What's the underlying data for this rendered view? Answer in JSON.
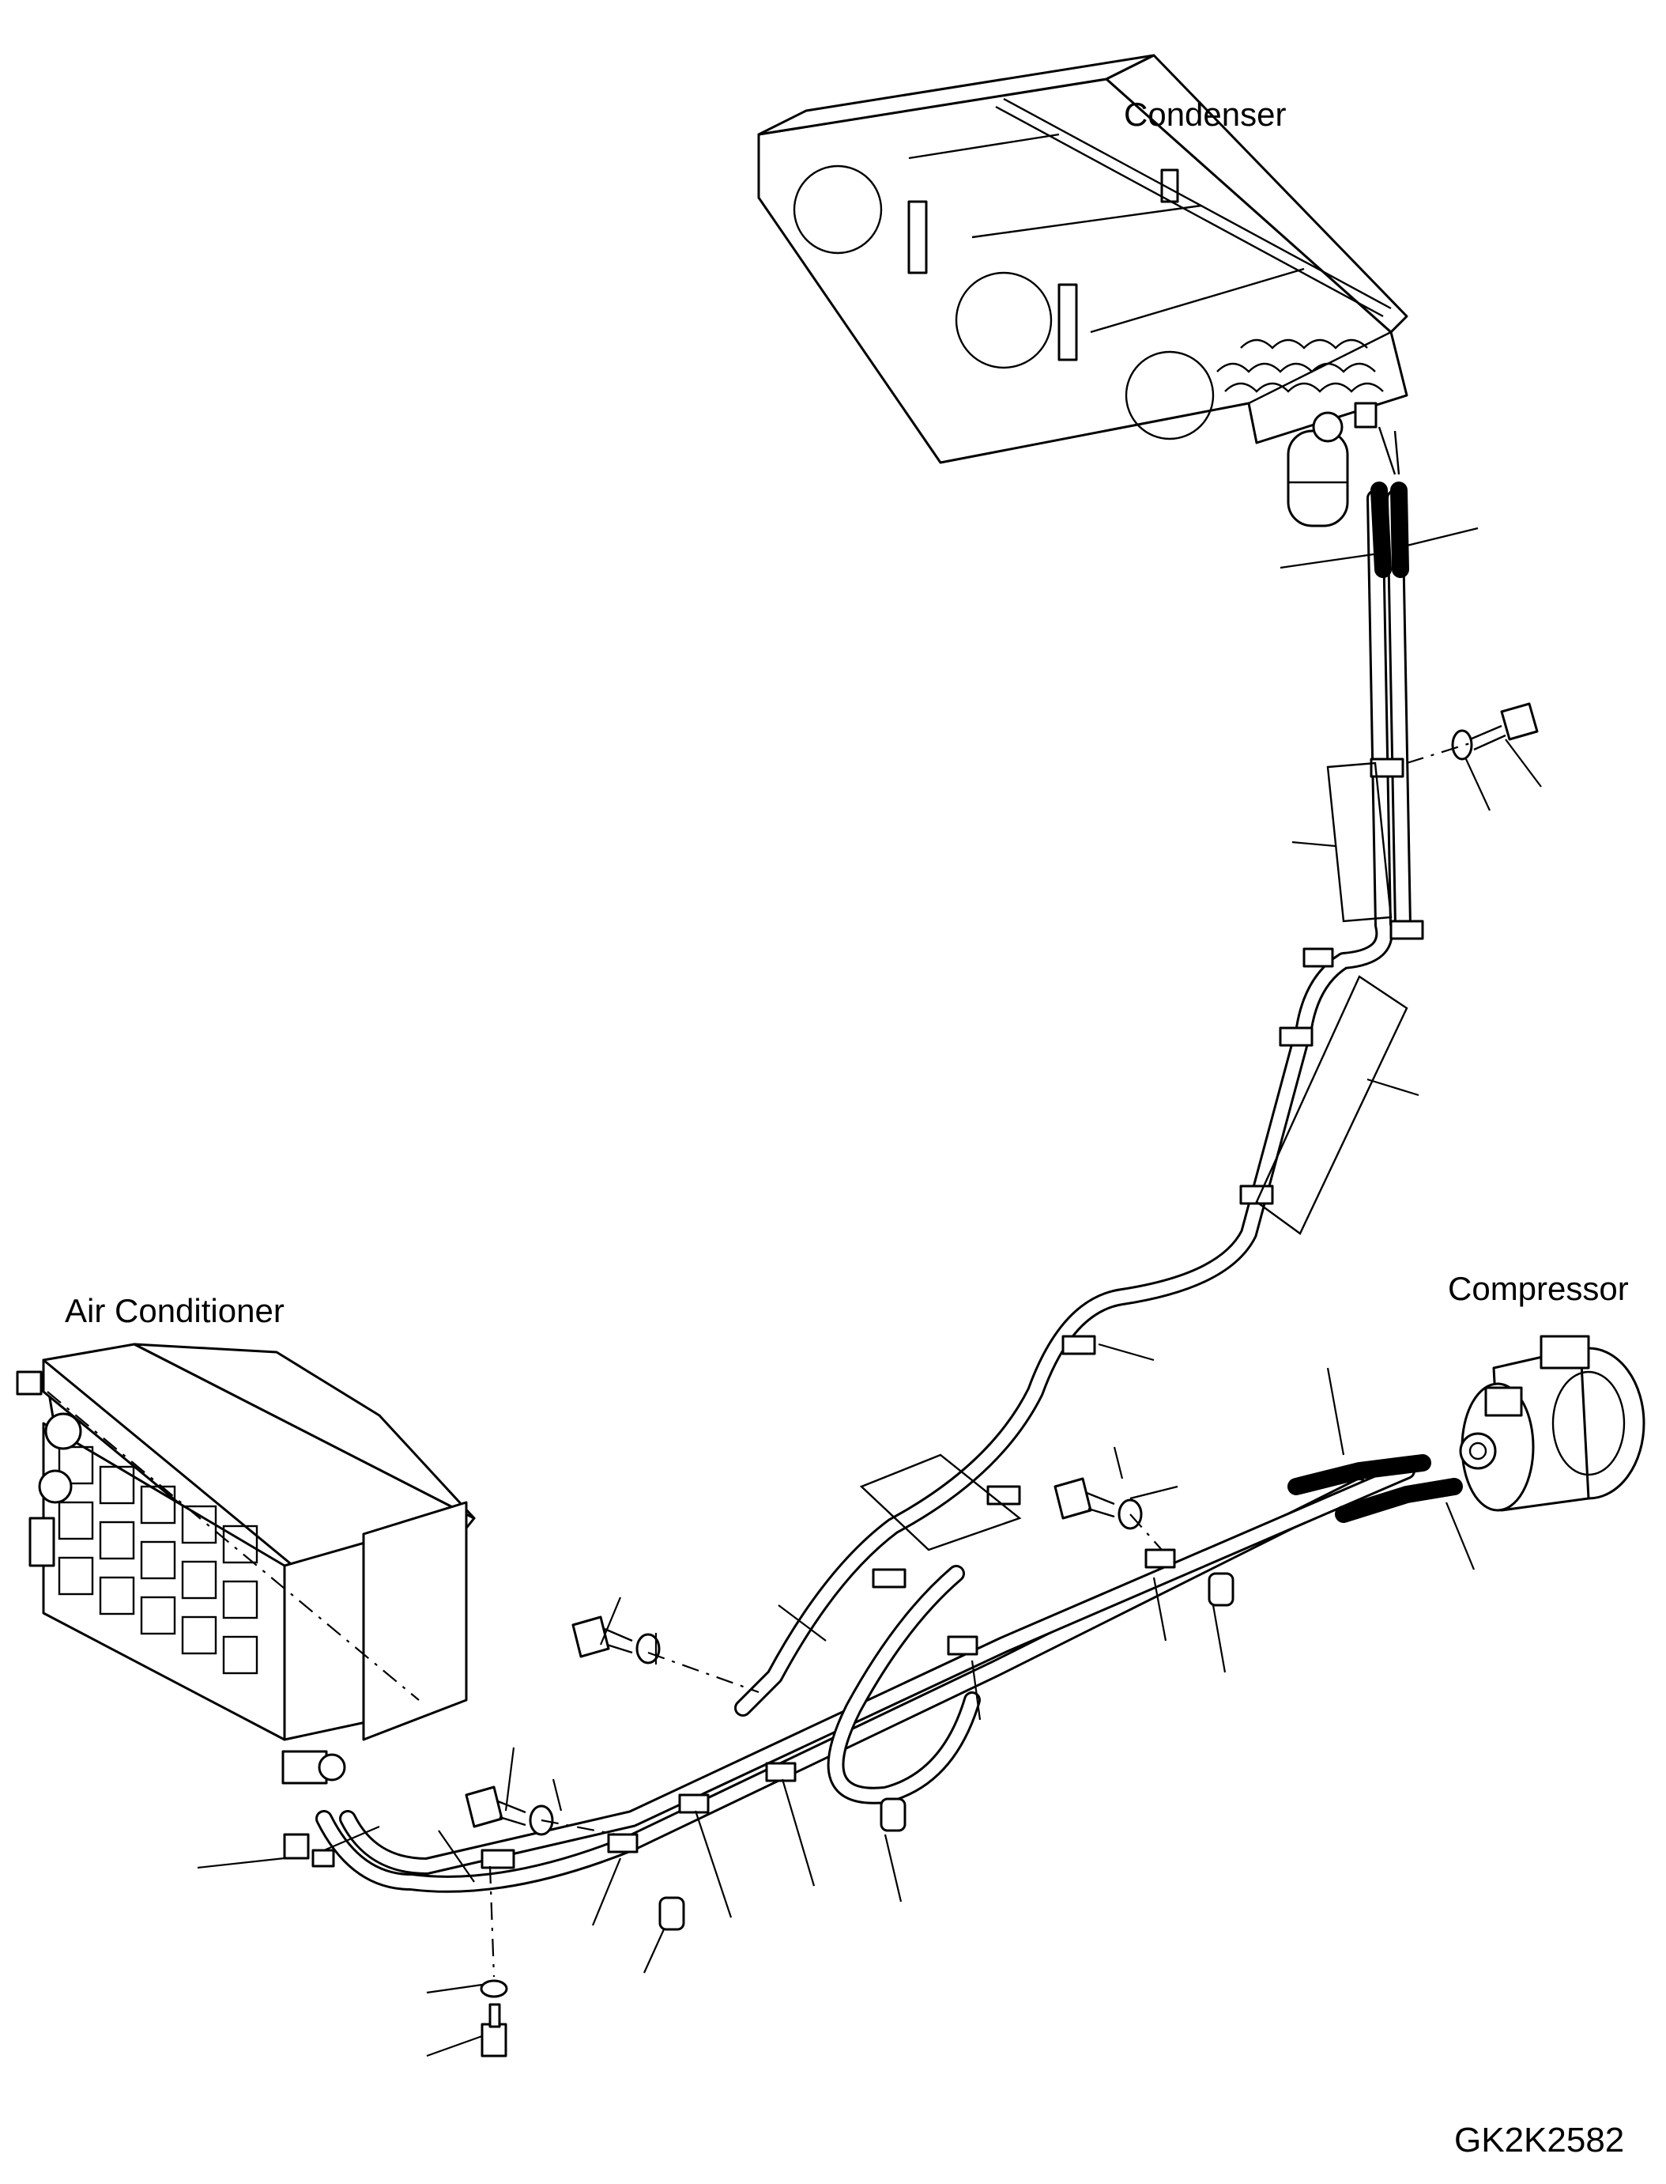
{
  "labels": {
    "condenser": "Condenser",
    "air_conditioner": "Air Conditioner",
    "compressor": "Compressor",
    "drawing_code": "GK2K2582"
  }
}
